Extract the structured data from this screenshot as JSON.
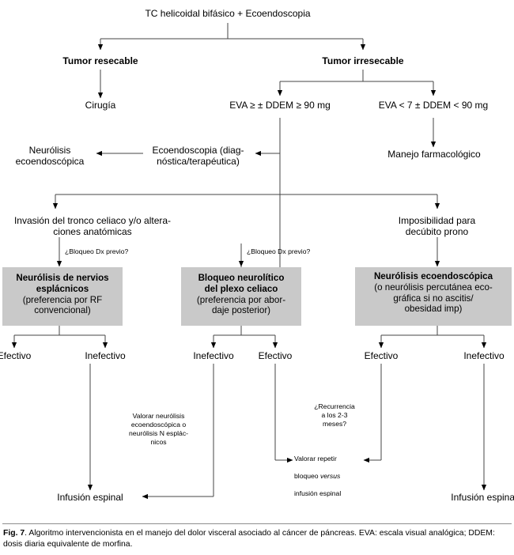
{
  "figure": {
    "id": "Fig. 7",
    "caption_bold": "Fig. 7",
    "caption_text": ". Algoritmo intervencionista en el manejo del dolor visceral asociado al cáncer de páncreas. EVA: escala visual analógica; DDEM: dosis diaria equivalente de morfina."
  },
  "colors": {
    "box_fill": "#c9c9c9",
    "box_border": "#9a9a9a",
    "line": "#000000",
    "rule": "#8e8e8e",
    "background": "#ffffff"
  },
  "nodes": {
    "root": "TC helicoidal bifásico + Ecoendoscopia",
    "tumor_resecable": "Tumor resecable",
    "tumor_irresecable": "Tumor irresecable",
    "cirugia": "Cirugía",
    "eva_alta": "EVA ≥ ± DDEM ≥ 90 mg",
    "eva_baja": "EVA < 7 ± DDEM < 90 mg",
    "manejo_farmacologico": "Manejo farmacológico",
    "ecoendoscopia_diag": "Ecoendoscopia (diag-\nnóstica/terapéutica)",
    "neurolisis_ecoendoscopica": "Neurólisis\necoendoscópica",
    "invasion_tronco": "Invasión del tronco celiaco y/o altera-\nciones anatómicas",
    "imposibilidad_decubito": "Imposibilidad para\ndecúbito prono"
  },
  "edge_labels": {
    "bloqueo_dx_previo_left": "¿Bloqueo Dx previo?",
    "bloqueo_dx_previo_mid": "¿Bloqueo Dx previo?"
  },
  "boxes": [
    {
      "key": "box_esplacnicos",
      "heading": "Neurólisis de nervios\nesplácnicos",
      "sub": "(preferencia por RF\nconvencional)"
    },
    {
      "key": "box_plexo_celiaco",
      "heading": "Bloqueo neurolítico\ndel plexo celiaco",
      "sub": "(preferencia por abor-\ndaje posterior)"
    },
    {
      "key": "box_ecoendoscopica",
      "heading": "Neurólisis ecoendoscópica",
      "sub": "(o neurólisis percutánea eco-\ngráfica si no ascitis/\nobesidad imp)"
    }
  ],
  "outcomes": {
    "o1": "Efectivo",
    "o2": "Inefectivo",
    "o3": "Inefectivo",
    "o4": "Efectivo",
    "o5": "Efectivo",
    "o6": "Inefectivo"
  },
  "notes": {
    "valorar_neurolisis": "Valorar neurólisis\necoendoscópica o\nneurólisis N esplác-\nnicos",
    "recurrencia": "¿Recurrencia\na los 2-3\nmeses?",
    "valorar_repetir_l1": "Valorar repetir",
    "valorar_repetir_l2a": "bloqueo ",
    "valorar_repetir_l2b": "versus",
    "valorar_repetir_l3": "infusión espinal"
  },
  "terminals": {
    "infusion_left": "Infusión espinal",
    "infusion_right": "Infusión espinal"
  },
  "chart_data": {
    "type": "diagram",
    "title": "Algoritmo intervencionista en el manejo del dolor visceral asociado al cáncer de páncreas"
  }
}
